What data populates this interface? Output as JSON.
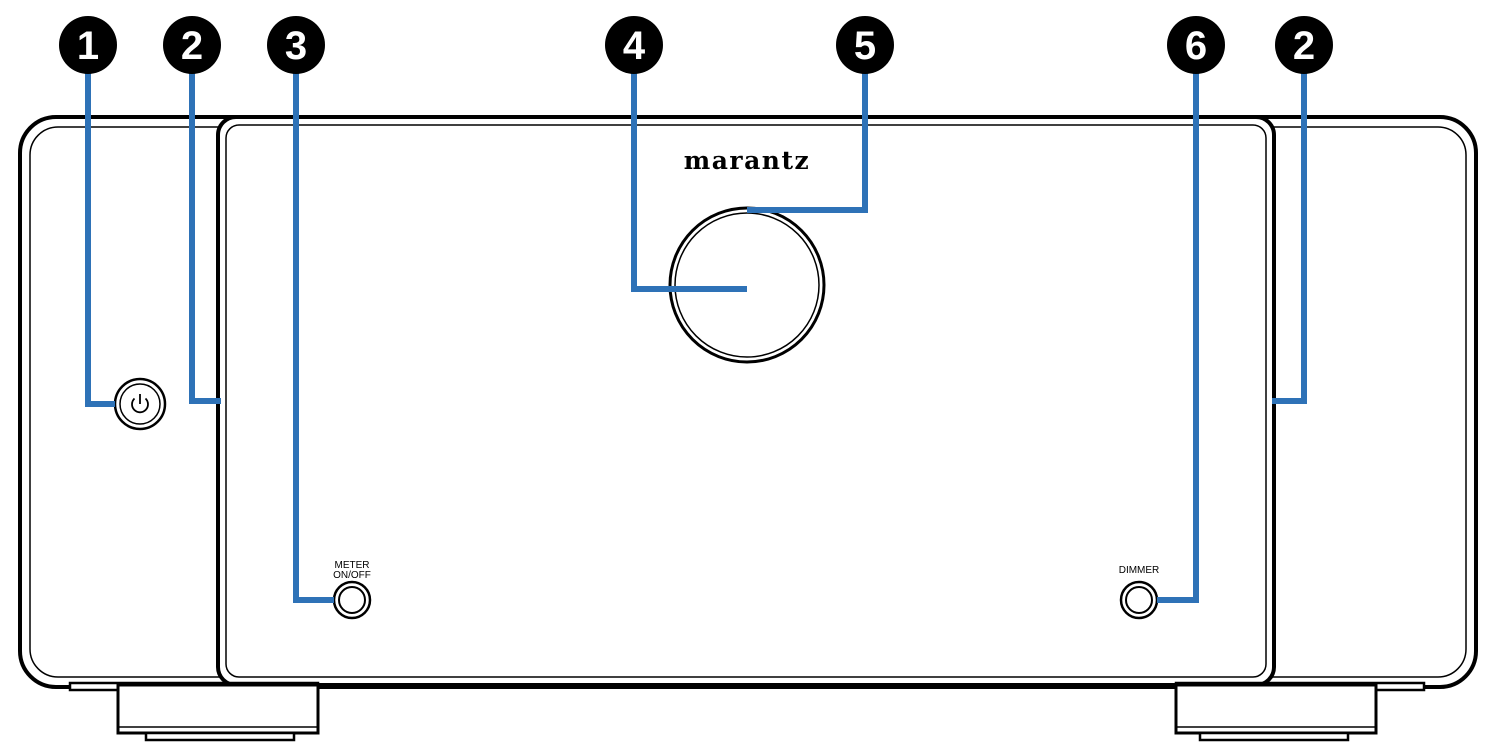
{
  "brand": "marantz",
  "buttons": {
    "power_icon": "power-icon",
    "meter_label_line1": "METER",
    "meter_label_line2": "ON/OFF",
    "dimmer_label": "DIMMER"
  },
  "callouts": [
    "1",
    "2",
    "3",
    "4",
    "5",
    "6",
    "2"
  ],
  "colors": {
    "leader_line": "#2e72b7",
    "callout_fill": "#000000",
    "outline": "#000000"
  }
}
